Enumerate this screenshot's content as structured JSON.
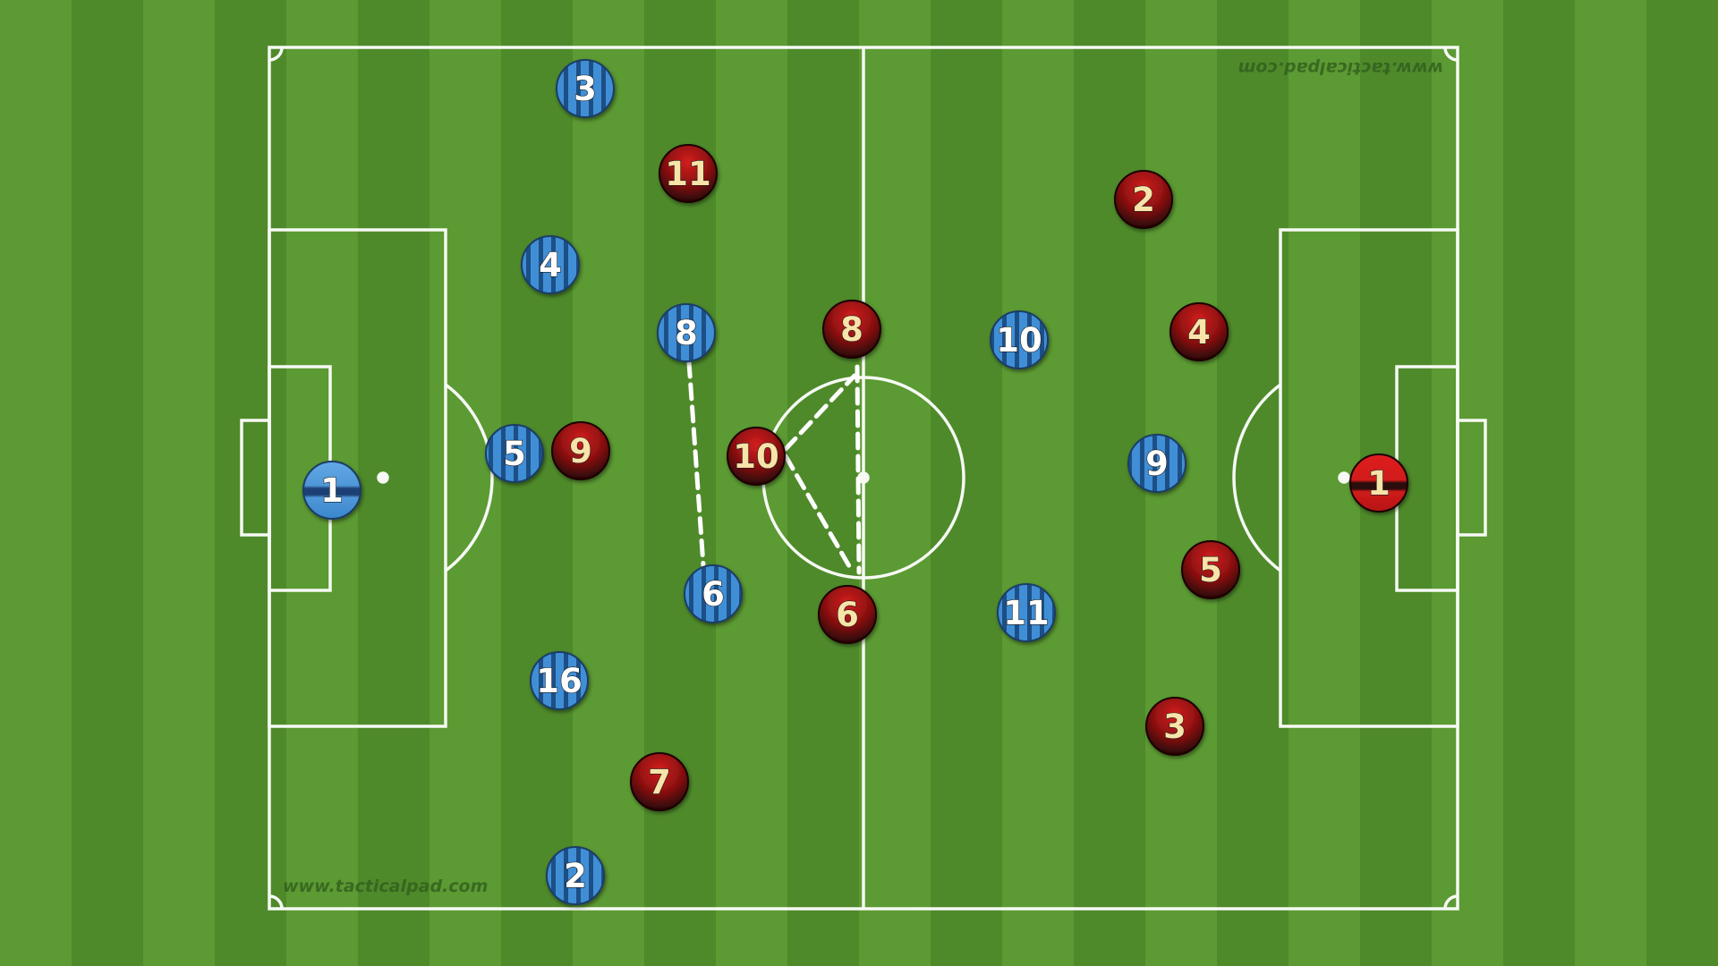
{
  "watermarks": {
    "bottom": "www.tacticalpad.com",
    "top": "www.tacticalpad.com"
  },
  "colors": {
    "grass_light": "#5c9a33",
    "grass_dark": "#4e8a2a",
    "lines": "#ffffff",
    "blue_team": "#3f8fd6",
    "blue_stripe": "#1d4f86",
    "red_team": "#cf1b1b",
    "red_dark": "#2a0707",
    "passing_lines": "#ffffff"
  },
  "teams": {
    "blue": {
      "name": "",
      "kit": "blue-striped",
      "players": [
        {
          "num": "1",
          "role": "goalkeeper"
        },
        {
          "num": "2"
        },
        {
          "num": "3"
        },
        {
          "num": "4"
        },
        {
          "num": "5"
        },
        {
          "num": "16"
        },
        {
          "num": "6"
        },
        {
          "num": "8"
        },
        {
          "num": "10"
        },
        {
          "num": "11"
        },
        {
          "num": "9"
        }
      ]
    },
    "red": {
      "name": "",
      "kit": "red-black",
      "players": [
        {
          "num": "1",
          "role": "goalkeeper"
        },
        {
          "num": "2"
        },
        {
          "num": "3"
        },
        {
          "num": "4"
        },
        {
          "num": "5"
        },
        {
          "num": "6"
        },
        {
          "num": "8"
        },
        {
          "num": "10"
        },
        {
          "num": "7"
        },
        {
          "num": "11"
        },
        {
          "num": "9"
        }
      ]
    }
  },
  "annotations": {
    "style": "white dashed lines",
    "links": [
      {
        "from": "blue 8",
        "to": "blue 6"
      },
      {
        "from": "red 10",
        "to": "red 8"
      },
      {
        "from": "red 10",
        "to": "red 6"
      },
      {
        "from": "red 8",
        "to": "red 6"
      }
    ]
  }
}
